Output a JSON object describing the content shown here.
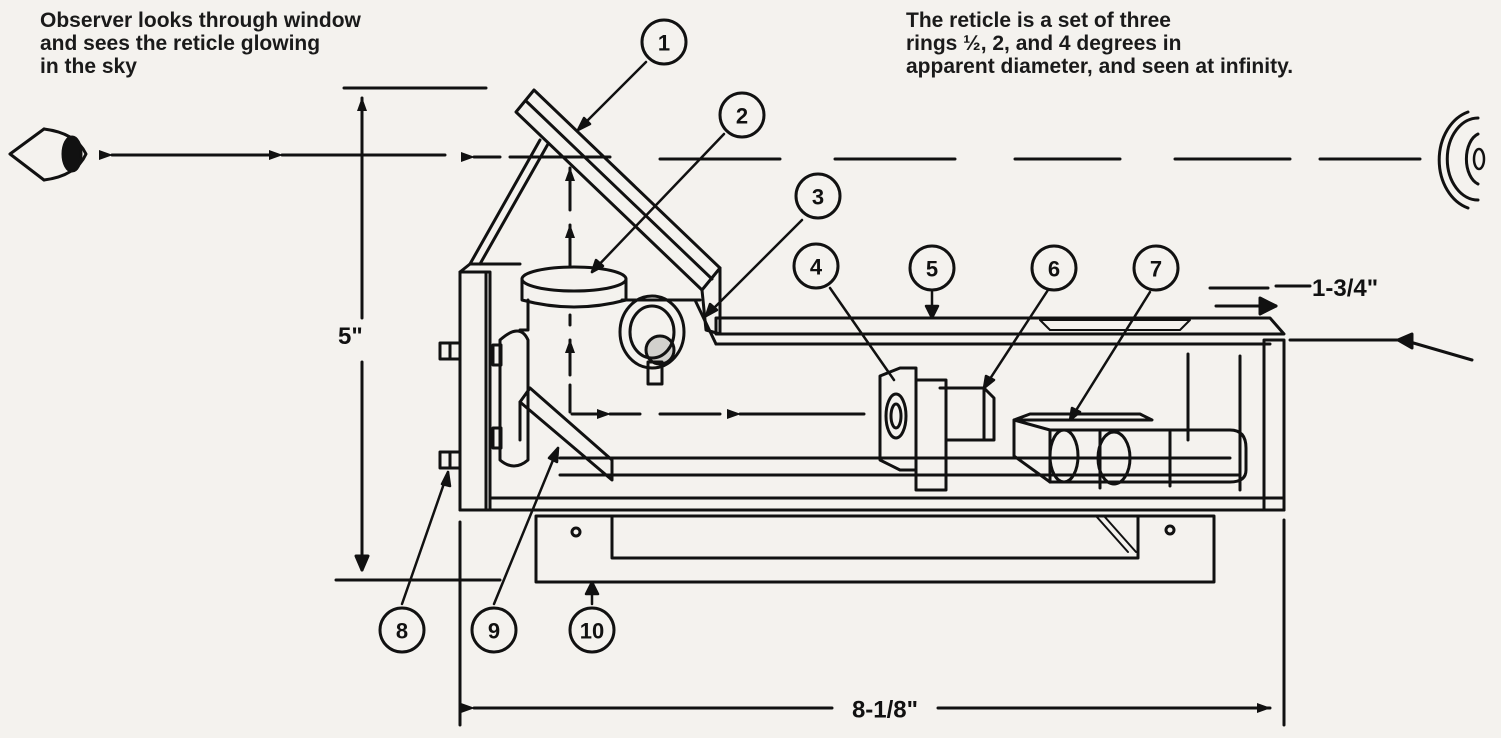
{
  "captions": {
    "observer": [
      "Observer looks through window",
      "and sees the reticle glowing",
      "in the sky"
    ],
    "reticle": [
      "The reticle is a set of three",
      "rings ½, 2, and 4 degrees in",
      "apparent diameter, and seen at infinity."
    ]
  },
  "callouts": [
    "1",
    "2",
    "3",
    "4",
    "5",
    "6",
    "7",
    "8",
    "9",
    "10"
  ],
  "dimensions": {
    "height": "5\"",
    "window_height": "1-3/4\"",
    "length": "8-1/8\""
  },
  "icons": [
    "eye-icon",
    "reticle-rings-icon"
  ],
  "colors": {
    "ink": "#111111",
    "paper": "#f4f2ee"
  }
}
